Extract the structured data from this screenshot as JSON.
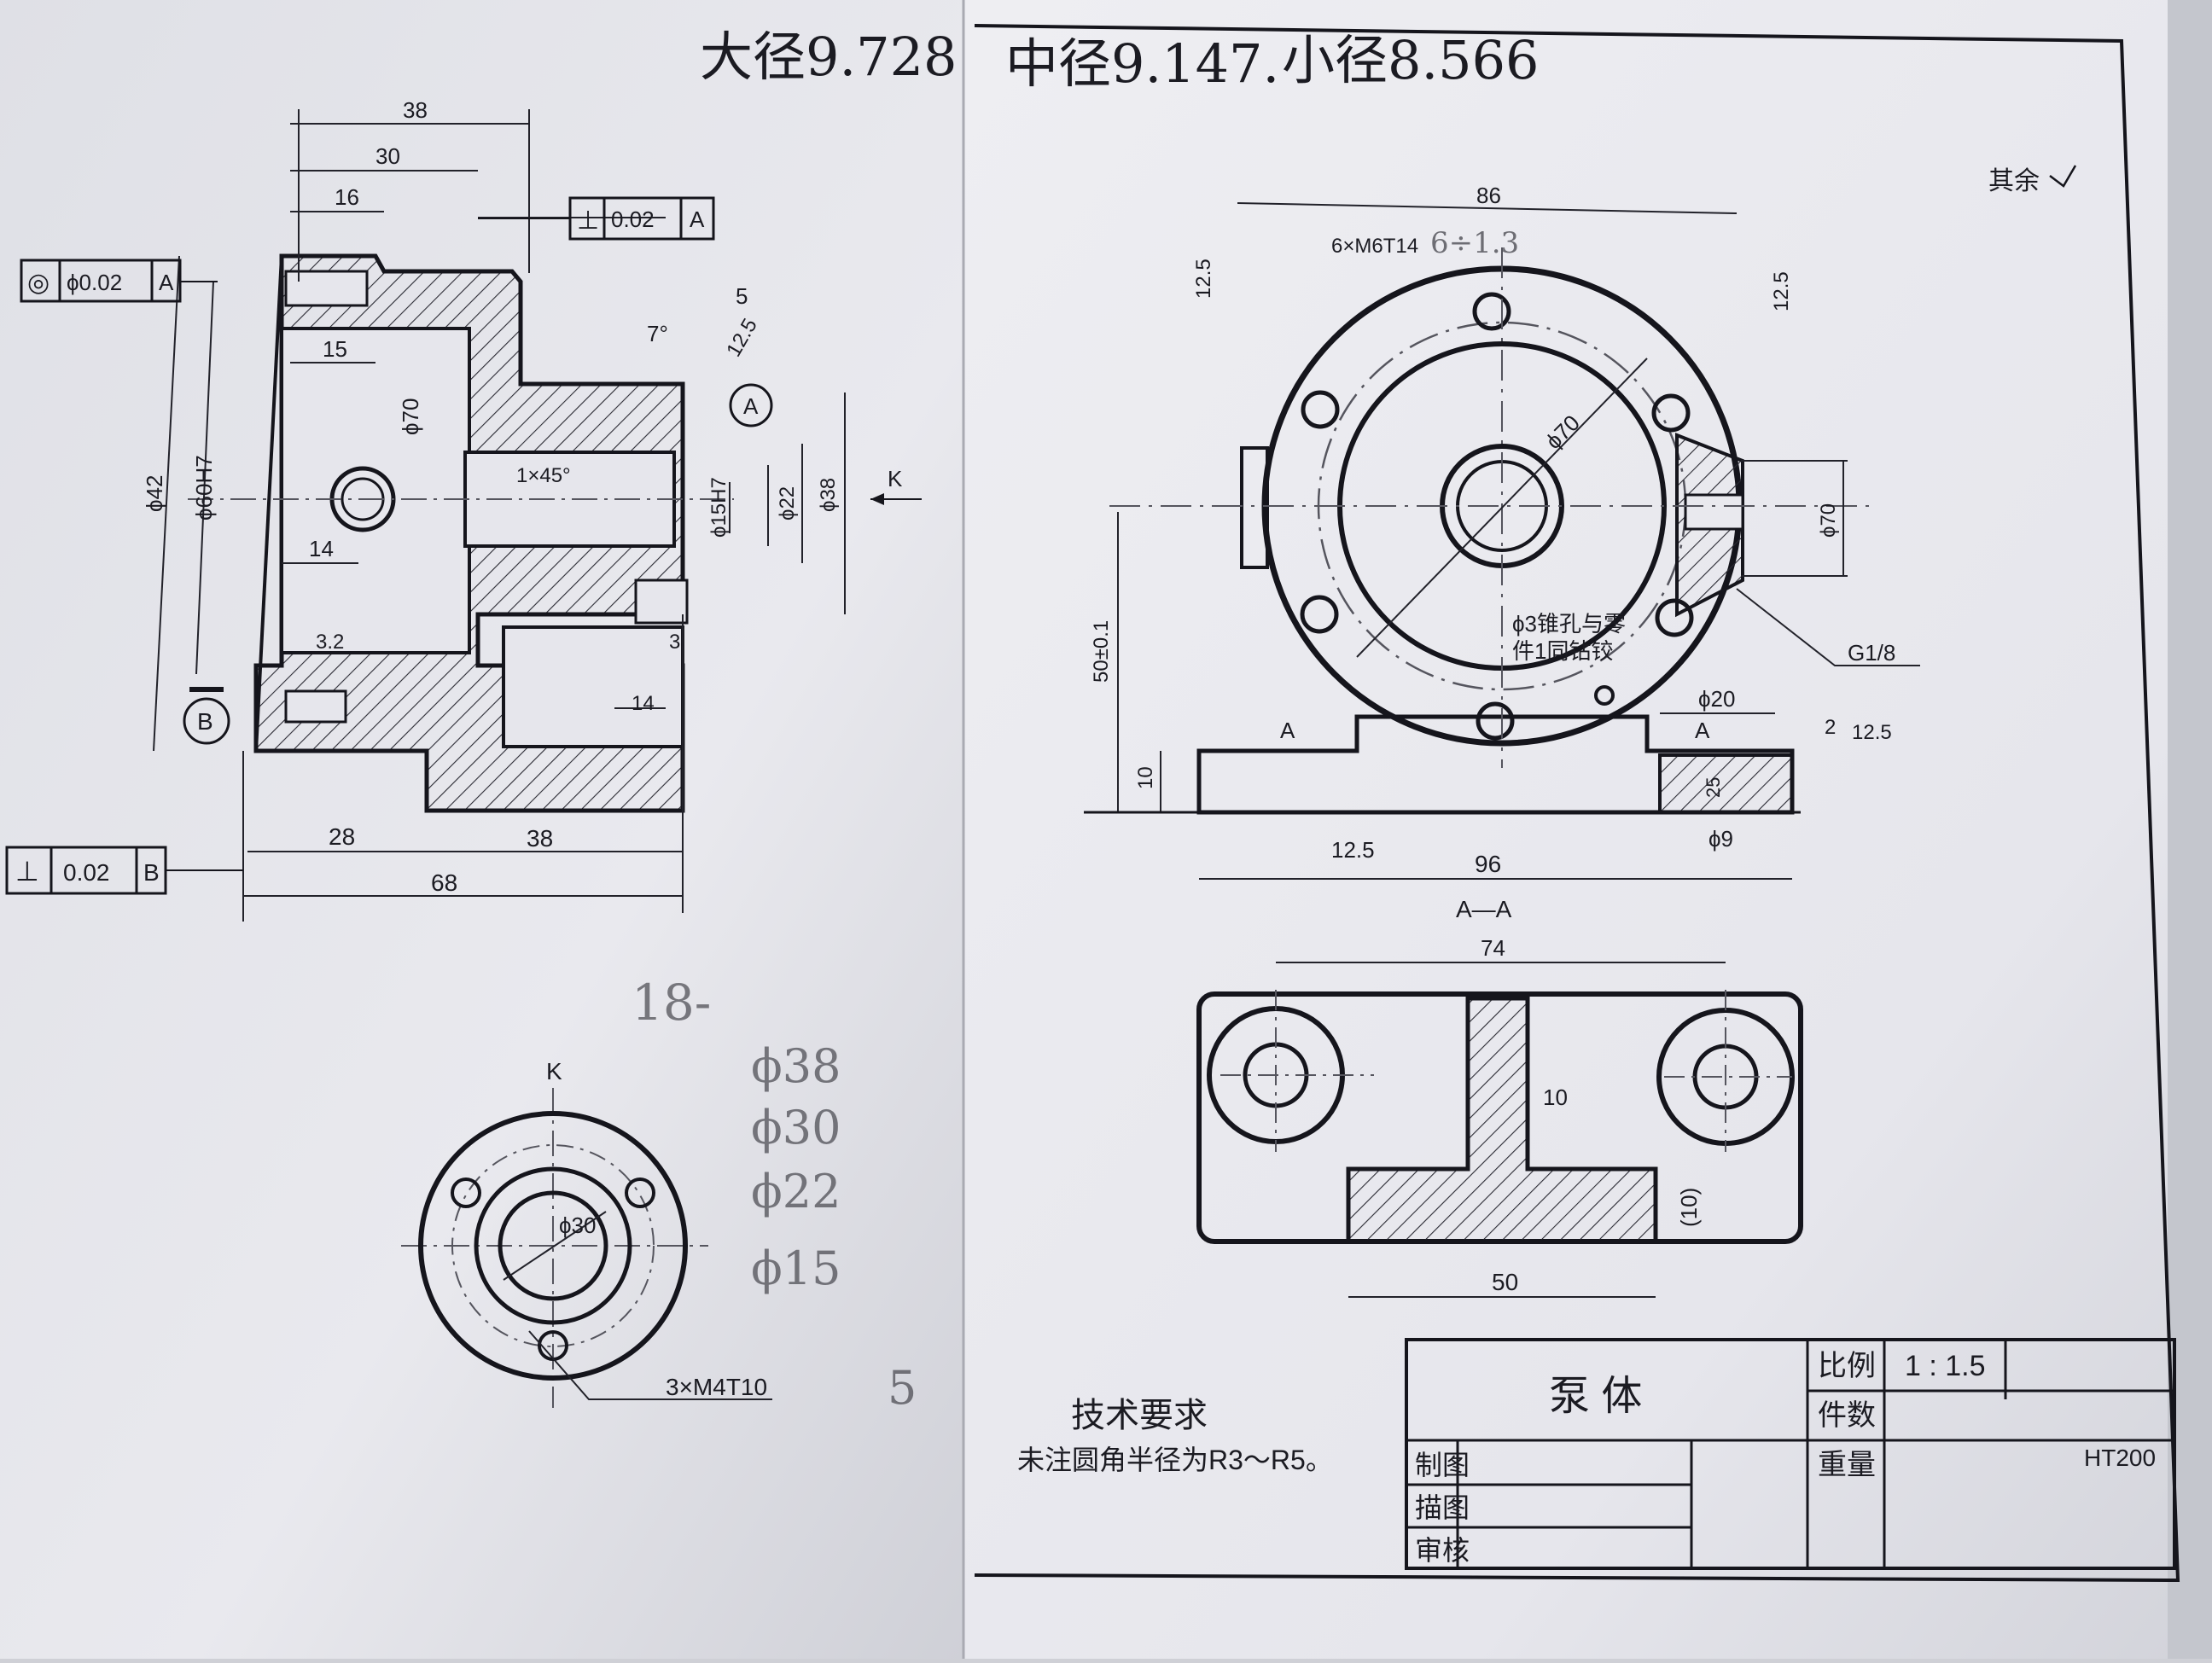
{
  "handwritten": {
    "top_left": "大径9.728",
    "top_mid": "中径9.147.",
    "top_right": "小径8.566",
    "pencil_38": "18-",
    "pencil_list": [
      "ϕ38",
      "ϕ30",
      "ϕ22",
      "ϕ15"
    ],
    "pencil_6_13": "6÷1.3",
    "pencil_misc": "5"
  },
  "surface_note": "其余",
  "front_view": {
    "dims": [
      "38",
      "30",
      "16",
      "15",
      "14",
      "5",
      "7°",
      "28",
      "38",
      "68",
      "12.5",
      "3.2",
      "ϕ42",
      "ϕ60H7",
      "ϕ70",
      "ϕ15H7",
      "ϕ22",
      "ϕ38",
      "14",
      "3",
      "1×45°"
    ],
    "gdt_perp_top": {
      "symbol": "⊥",
      "tol": "0.02",
      "datum": "A"
    },
    "gdt_coax": {
      "symbol": "◎",
      "tol": "ϕ0.02",
      "datum": "A"
    },
    "gdt_perp_bottom": {
      "symbol": "⊥",
      "tol": "0.02",
      "datum": "B"
    },
    "datum_a": "A",
    "datum_b": "B",
    "view_k": "K"
  },
  "side_view": {
    "dims": [
      "86",
      "6×M6T14",
      "ϕ70",
      "12.5",
      "ϕ70",
      "G1/8",
      "ϕ20",
      "2",
      "12.5",
      "50±0.1",
      "10",
      "A",
      "A",
      "12.5",
      "96",
      "ϕ9",
      "25"
    ],
    "note": "ϕ3锥孔与零件1同钻铰"
  },
  "section_view": {
    "title": "A—A",
    "dims": [
      "74",
      "10",
      "(10)",
      "50"
    ]
  },
  "k_view": {
    "label": "K",
    "dim": "ϕ30",
    "holes": "3×M4T10"
  },
  "tech_req": {
    "title": "技术要求",
    "text": "未注圆角半径为R3～R5。"
  },
  "title_block": {
    "part_name": "泵   体",
    "scale_label": "比例",
    "scale_value": "1 : 1.5",
    "qty_label": "件数",
    "weight_label": "重量",
    "material": "HT200",
    "drawn": "制图",
    "traced": "描图",
    "checked": "审核"
  }
}
